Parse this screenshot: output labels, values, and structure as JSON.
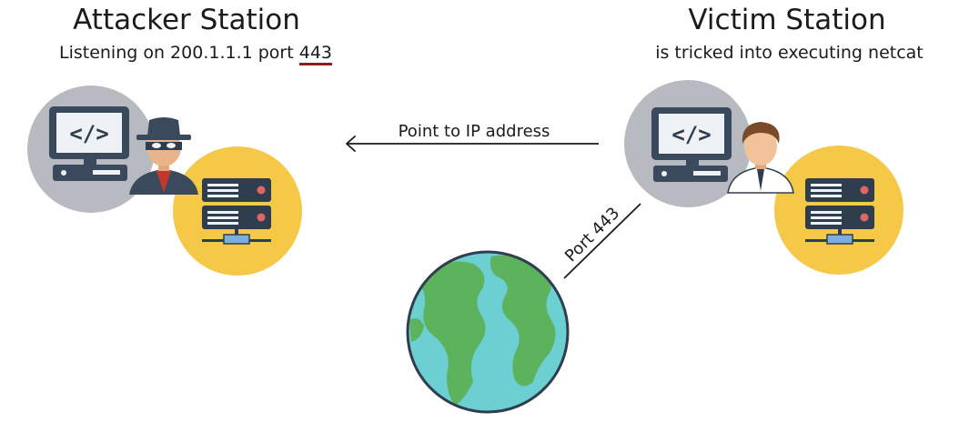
{
  "attacker": {
    "title": "Attacker Station",
    "subtitle_prefix": "Listening on 200.1.1.1 port ",
    "port": "443"
  },
  "victim": {
    "title": "Victim Station",
    "subtitle": "is tricked into executing netcat"
  },
  "arrow_label": "Point to IP address",
  "port_label": "Port 443",
  "colors": {
    "gray_circle": "#b7bac0",
    "yellow_circle": "#f6c847",
    "globe_ocean": "#6ccfd2",
    "globe_land": "#5db25d",
    "outline": "#2f3e4e",
    "underline": "#8b1e1e"
  },
  "icons": {
    "attacker_pc": "computer-code-icon",
    "hacker": "hacker-icon",
    "server": "server-icon",
    "victim_pc": "computer-code-icon",
    "user": "businessman-icon",
    "globe": "globe-icon",
    "arrow": "arrow-left-icon"
  }
}
